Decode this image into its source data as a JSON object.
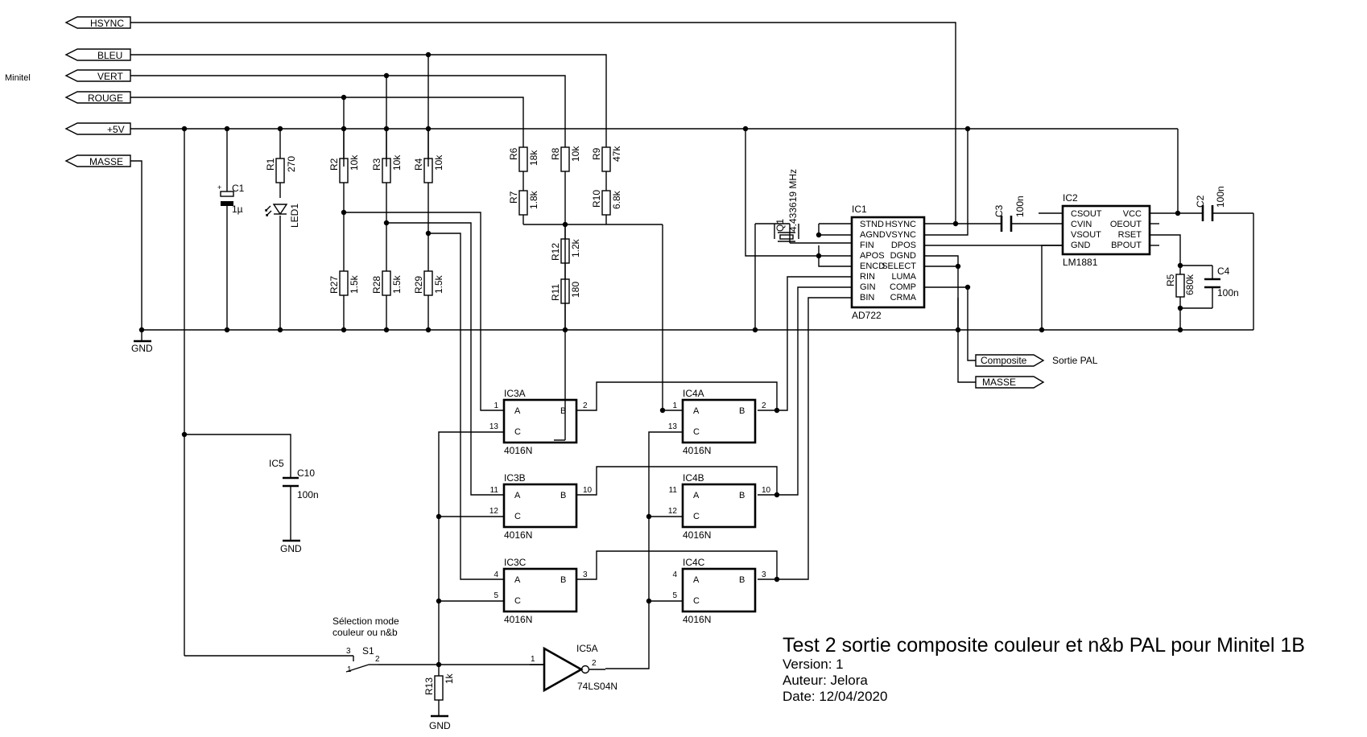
{
  "labels": {
    "hsync": "HSYNC",
    "bleu": "BLEU",
    "vert": "VERT",
    "rouge": "ROUGE",
    "p5v": "+5V",
    "masse": "MASSE",
    "minitel": "Minitel",
    "composite": "Composite",
    "sortie_pal": "Sortie PAL",
    "masse_out": "MASSE",
    "gnd": "GND"
  },
  "components": {
    "R1": {
      "ref": "R1",
      "value": "270"
    },
    "R2": {
      "ref": "R2",
      "value": "10k"
    },
    "R3": {
      "ref": "R3",
      "value": "10k"
    },
    "R4": {
      "ref": "R4",
      "value": "10k"
    },
    "R5": {
      "ref": "R5",
      "value": "680k"
    },
    "R6": {
      "ref": "R6",
      "value": "18k"
    },
    "R7": {
      "ref": "R7",
      "value": "1.8k"
    },
    "R8": {
      "ref": "R8",
      "value": "10k"
    },
    "R9": {
      "ref": "R9",
      "value": "47k"
    },
    "R10": {
      "ref": "R10",
      "value": "6.8k"
    },
    "R11": {
      "ref": "R11",
      "value": "180"
    },
    "R12": {
      "ref": "R12",
      "value": "1.2k"
    },
    "R13": {
      "ref": "R13",
      "value": "1k"
    },
    "R27": {
      "ref": "R27",
      "value": "1.5k"
    },
    "R28": {
      "ref": "R28",
      "value": "1.5k"
    },
    "R29": {
      "ref": "R29",
      "value": "1.5k"
    },
    "C1": {
      "ref": "C1",
      "value": "1µ"
    },
    "C2": {
      "ref": "C2",
      "value": "100n"
    },
    "C3": {
      "ref": "C3",
      "value": "100n"
    },
    "C4": {
      "ref": "C4",
      "value": "100n"
    },
    "C10": {
      "ref": "C10",
      "value": "100n"
    },
    "IC5": {
      "ref": "IC5"
    },
    "LED1": {
      "ref": "LED1"
    },
    "Q1": {
      "ref": "Q1",
      "value": "4.433619 MHz"
    },
    "S1": {
      "ref": "S1",
      "note_line1": "Sélection mode",
      "note_line2": "couleur ou n&b"
    },
    "IC5A": {
      "ref": "IC5A",
      "value": "74LS04N"
    }
  },
  "ic1": {
    "ref": "IC1",
    "value": "AD722",
    "left_pins": [
      "STND",
      "AGND",
      "FIN",
      "APOS",
      "ENCD",
      "RIN",
      "GIN",
      "BIN"
    ],
    "right_pins": [
      "HSYNC",
      "VSYNC",
      "DPOS",
      "DGND",
      "SELECT",
      "LUMA",
      "COMP",
      "CRMA"
    ]
  },
  "ic2": {
    "ref": "IC2",
    "value": "LM1881",
    "left_pins": [
      "CSOUT",
      "CVIN",
      "VSOUT",
      "GND"
    ],
    "right_pins": [
      "VCC",
      "OEOUT",
      "RSET",
      "BPOUT"
    ]
  },
  "gates": [
    {
      "id": "ic3a",
      "ref": "IC3A",
      "value": "4016N",
      "pin_a": "1",
      "pin_b": "2",
      "pin_c": "13"
    },
    {
      "id": "ic3b",
      "ref": "IC3B",
      "value": "4016N",
      "pin_a": "11",
      "pin_b": "10",
      "pin_c": "12"
    },
    {
      "id": "ic3c",
      "ref": "IC3C",
      "value": "4016N",
      "pin_a": "4",
      "pin_b": "3",
      "pin_c": "5"
    },
    {
      "id": "ic4a",
      "ref": "IC4A",
      "value": "4016N",
      "pin_a": "1",
      "pin_b": "2",
      "pin_c": "13"
    },
    {
      "id": "ic4b",
      "ref": "IC4B",
      "value": "4016N",
      "pin_a": "11",
      "pin_b": "10",
      "pin_c": "12"
    },
    {
      "id": "ic4c",
      "ref": "IC4C",
      "value": "4016N",
      "pin_a": "4",
      "pin_b": "3",
      "pin_c": "5"
    }
  ],
  "gate_letters": {
    "a": "A",
    "b": "B",
    "c": "C"
  },
  "pins": {
    "s1_p1": "1",
    "s1_p2": "2",
    "s1_p3": "3",
    "inv_in": "1",
    "inv_out": "2"
  },
  "title_block": {
    "title": "Test 2 sortie composite couleur et n&b PAL pour Minitel 1B",
    "version": "Version: 1",
    "author": "Auteur: Jelora",
    "date": "Date: 12/04/2020"
  }
}
